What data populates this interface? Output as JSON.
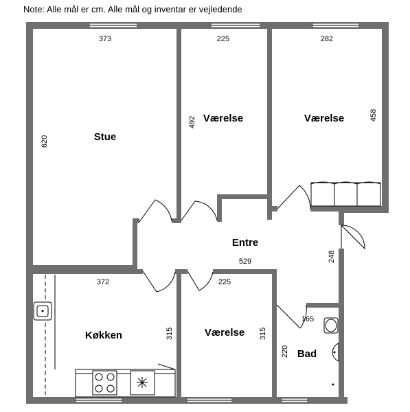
{
  "note": "Note: Alle mål er cm. Alle mål og inventar er vejledende",
  "rooms": {
    "stue": "Stue",
    "vaerelse1": "Værelse",
    "vaerelse2": "Værelse",
    "entre": "Entre",
    "koekken": "Køkken",
    "vaerelse3": "Værelse",
    "bad": "Bad"
  },
  "dimensions": {
    "stue_width": "373",
    "stue_height": "620",
    "vaerelse1_width": "225",
    "vaerelse1_height": "492",
    "vaerelse2_width": "282",
    "vaerelse2_height": "458",
    "entre_width": "529",
    "entre_height": "248",
    "koekken_width": "372",
    "koekken_height": "315",
    "vaerelse3_width": "225",
    "vaerelse3_height": "315",
    "bad_width": "165",
    "bad_height": "220"
  }
}
